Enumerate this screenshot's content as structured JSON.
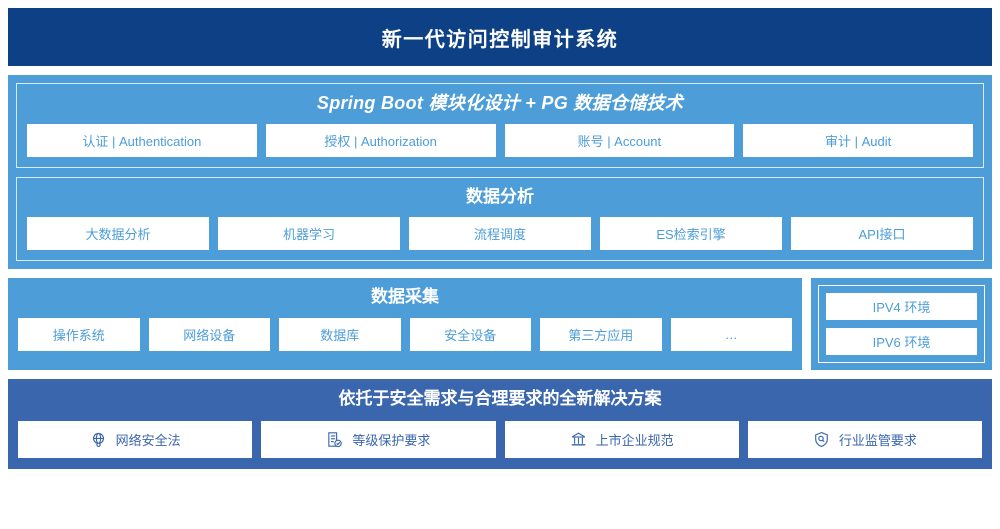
{
  "header": {
    "title": "新一代访问控制审计系统",
    "bg_color": "#0d4084",
    "text_color": "#ffffff"
  },
  "colors": {
    "light_panel": "#4c9dd8",
    "dark_panel": "#3a66ae",
    "card_bg": "#ffffff",
    "inner_border": "#d8eaf7"
  },
  "platform": {
    "title": "Spring Boot 模块化设计 + PG 数据仓储技术",
    "cards": [
      {
        "label": "认证 | Authentication"
      },
      {
        "label": "授权 | Authorization"
      },
      {
        "label": "账号 | Account"
      },
      {
        "label": "审计 | Audit"
      }
    ]
  },
  "analysis": {
    "title": "数据分析",
    "cards": [
      {
        "label": "大数据分析"
      },
      {
        "label": "机器学习"
      },
      {
        "label": "流程调度"
      },
      {
        "label": "ES检索引擎"
      },
      {
        "label": "API接口"
      }
    ]
  },
  "collection": {
    "title": "数据采集",
    "cards": [
      {
        "label": "操作系统"
      },
      {
        "label": "网络设备"
      },
      {
        "label": "数据库"
      },
      {
        "label": "安全设备"
      },
      {
        "label": "第三方应用"
      },
      {
        "label": "…"
      }
    ]
  },
  "environment": {
    "cards": [
      {
        "label": "IPV4 环境"
      },
      {
        "label": "IPV6 环境"
      }
    ]
  },
  "compliance": {
    "title": "依托于安全需求与合理要求的全新解决方案",
    "cards": [
      {
        "label": "网络安全法",
        "icon": "globe-network-icon"
      },
      {
        "label": "等级保护要求",
        "icon": "document-check-icon"
      },
      {
        "label": "上市企业规范",
        "icon": "bank-building-icon"
      },
      {
        "label": "行业监管要求",
        "icon": "shield-search-icon"
      }
    ]
  }
}
